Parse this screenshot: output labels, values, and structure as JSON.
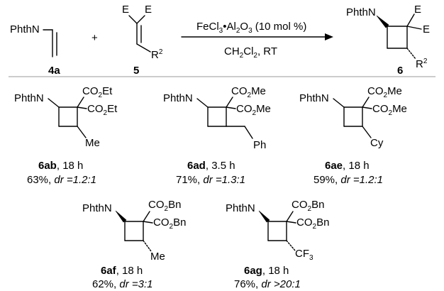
{
  "reaction": {
    "reactant_a": {
      "group": "PhthN",
      "label": "4a"
    },
    "plus": "+",
    "reactant_b": {
      "e1": "E",
      "e2": "E",
      "r": "R",
      "r_sup": "2",
      "label": "5"
    },
    "conditions": {
      "catalyst_pre": "FeCl",
      "catalyst_sub1": "3",
      "catalyst_mid": "•Al",
      "catalyst_sub2": "2",
      "catalyst_o": "O",
      "catalyst_sub3": "3",
      "catalyst_post": " (10 mol %)",
      "solvent_pre": "CH",
      "solvent_sub1": "2",
      "solvent_mid": "Cl",
      "solvent_sub2": "2",
      "solvent_post": ", RT"
    },
    "product": {
      "group": "PhthN",
      "e1": "E",
      "e2": "E",
      "r": "R",
      "r_sup": "2",
      "label": "6"
    }
  },
  "products": [
    {
      "amine": "PhthN",
      "ester1": {
        "pre": "CO",
        "sub": "2",
        "post": "Et"
      },
      "ester2": {
        "pre": "CO",
        "sub": "2",
        "post": "Et"
      },
      "substituent": "Me",
      "compound": "6ab",
      "time": ", 18 h",
      "yield": "63%, ",
      "dr_label": "dr",
      "dr_value": " =1.2:1"
    },
    {
      "amine": "PhthN",
      "ester1": {
        "pre": "CO",
        "sub": "2",
        "post": "Me"
      },
      "ester2": {
        "pre": "CO",
        "sub": "2",
        "post": "Me"
      },
      "substituent": "Ph",
      "compound": "6ad",
      "time": ", 3.5 h",
      "yield": "71%, ",
      "dr_label": "dr",
      "dr_value": " =1.3:1"
    },
    {
      "amine": "PhthN",
      "ester1": {
        "pre": "CO",
        "sub": "2",
        "post": "Me"
      },
      "ester2": {
        "pre": "CO",
        "sub": "2",
        "post": "Me"
      },
      "substituent": "Cy",
      "compound": "6ae",
      "time": ", 18 h",
      "yield": "59%, ",
      "dr_label": "dr",
      "dr_value": " =1.2:1"
    },
    {
      "amine": "PhthN",
      "ester1": {
        "pre": "CO",
        "sub": "2",
        "post": "Bn"
      },
      "ester2": {
        "pre": "CO",
        "sub": "2",
        "post": "Bn"
      },
      "substituent": "Me",
      "compound": "6af",
      "time": ", 18 h",
      "yield": "62%, ",
      "dr_label": "dr",
      "dr_value": " =3:1"
    },
    {
      "amine": "PhthN",
      "ester1": {
        "pre": "CO",
        "sub": "2",
        "post": "Bn"
      },
      "ester2": {
        "pre": "CO",
        "sub": "2",
        "post": "Bn"
      },
      "substituent": {
        "pre": "CF",
        "sub": "3"
      },
      "compound": "6ag",
      "time": ", 18 h",
      "yield": "76%, ",
      "dr_label": "dr",
      "dr_value": " >20:1"
    }
  ]
}
